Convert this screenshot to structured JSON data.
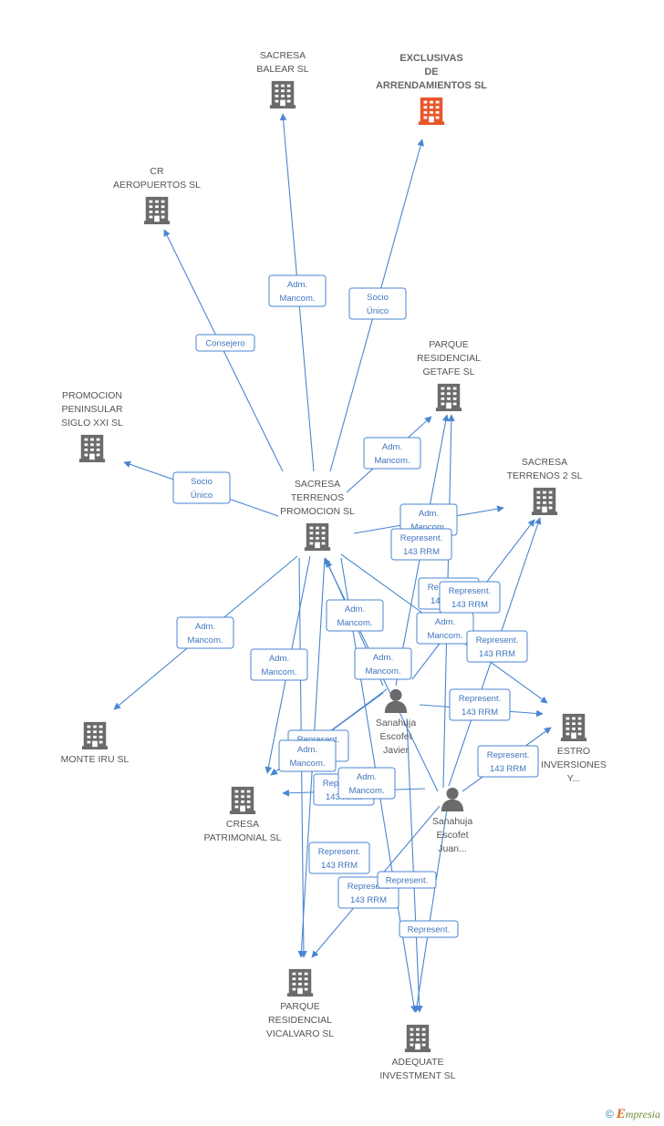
{
  "colors": {
    "edge": "#4a86d0",
    "building": "#6b6b6b",
    "building_highlight": "#e9562b",
    "person": "#6b6b6b"
  },
  "nodes": [
    {
      "id": "sacresa_balear",
      "type": "company",
      "lines": [
        "SACRESA",
        "BALEAR SL"
      ]
    },
    {
      "id": "exclusivas",
      "type": "company",
      "highlight": true,
      "lines": [
        "EXCLUSIVAS",
        "DE",
        "ARRENDAMIENTOS SL"
      ]
    },
    {
      "id": "cr_aeropuertos",
      "type": "company",
      "lines": [
        "CR",
        "AEROPUERTOS SL"
      ]
    },
    {
      "id": "parque_getafe",
      "type": "company",
      "lines": [
        "PARQUE",
        "RESIDENCIAL",
        "GETAFE SL"
      ]
    },
    {
      "id": "promocion_peninsular",
      "type": "company",
      "lines": [
        "PROMOCION",
        "PENINSULAR",
        "SIGLO XXI SL"
      ]
    },
    {
      "id": "sacresa_terrenos_promocion",
      "type": "company",
      "lines": [
        "SACRESA",
        "TERRENOS",
        "PROMOCION SL"
      ]
    },
    {
      "id": "sacresa_terrenos2",
      "type": "company",
      "lines": [
        "SACRESA",
        "TERRENOS 2 SL"
      ]
    },
    {
      "id": "monte_iru",
      "type": "company",
      "lines": [
        "MONTE IRU SL"
      ]
    },
    {
      "id": "estro",
      "type": "company",
      "lines": [
        "ESTRO",
        "INVERSIONES",
        "Y..."
      ]
    },
    {
      "id": "cresa",
      "type": "company",
      "lines": [
        "CRESA",
        "PATRIMONIAL SL"
      ]
    },
    {
      "id": "parque_vicalvaro",
      "type": "company",
      "lines": [
        "PARQUE",
        "RESIDENCIAL",
        "VICALVARO SL"
      ]
    },
    {
      "id": "adequate",
      "type": "company",
      "lines": [
        "ADEQUATE",
        "INVESTMENT SL"
      ]
    },
    {
      "id": "sanahuja_javier",
      "type": "person",
      "lines": [
        "Sanahuja",
        "Escofet",
        "Javier"
      ]
    },
    {
      "id": "sanahuja_juan",
      "type": "person",
      "lines": [
        "Sanahuja",
        "Escofet",
        "Juan..."
      ]
    }
  ],
  "edge_labels": [
    {
      "id": "l_balear",
      "lines": [
        "Adm.",
        "Mancom."
      ]
    },
    {
      "id": "l_exclusivas",
      "lines": [
        "Socio",
        "Único"
      ]
    },
    {
      "id": "l_cr",
      "lines": [
        "Consejero"
      ]
    },
    {
      "id": "l_peninsular",
      "lines": [
        "Socio",
        "Único"
      ]
    },
    {
      "id": "l_getafe",
      "lines": [
        "Adm.",
        "Mancom."
      ]
    },
    {
      "id": "l_terrenos2_a",
      "lines": [
        "Adm.",
        "Mancom."
      ]
    },
    {
      "id": "l_terrenos2_b",
      "lines": [
        "Represent.",
        "143 RRM"
      ]
    },
    {
      "id": "l_jav_rep1",
      "lines": [
        "Represent.",
        "143 RRM"
      ]
    },
    {
      "id": "l_jav_rep1b",
      "lines": [
        "Represent.",
        "143 RRM"
      ]
    },
    {
      "id": "l_jav_adm1",
      "lines": [
        "Adm.",
        "Mancom."
      ]
    },
    {
      "id": "l_jav_adm2",
      "lines": [
        "Adm.",
        "Mancom."
      ]
    },
    {
      "id": "l_jav_adm3",
      "lines": [
        "Adm.",
        "Mancom."
      ]
    },
    {
      "id": "l_juan_rep_t2",
      "lines": [
        "Represent.",
        "143 RRM"
      ]
    },
    {
      "id": "l_jav_rep_estro",
      "lines": [
        "Represent.",
        "143 RRM"
      ]
    },
    {
      "id": "l_juan_rep_estro",
      "lines": [
        "Represent.",
        "143 RRM"
      ]
    },
    {
      "id": "l_monte",
      "lines": [
        "Adm.",
        "Mancom."
      ]
    },
    {
      "id": "l_cresa_adm",
      "lines": [
        "Adm.",
        "Mancom."
      ]
    },
    {
      "id": "l_cresa_rep1",
      "lines": [
        "Represent.",
        "143 RRM"
      ]
    },
    {
      "id": "l_cresa_adm2",
      "lines": [
        "Adm.",
        "Mancom."
      ]
    },
    {
      "id": "l_cresa_rep2",
      "lines": [
        "Represent.",
        "143 RRM"
      ]
    },
    {
      "id": "l_cresa_adm3",
      "lines": [
        "Adm.",
        "Mancom."
      ]
    },
    {
      "id": "l_vic_rep1",
      "lines": [
        "Represent.",
        "143 RRM"
      ]
    },
    {
      "id": "l_vic_rep2",
      "lines": [
        "Represent.",
        "143 RRM"
      ]
    },
    {
      "id": "l_vic_rep3",
      "lines": [
        "Represent."
      ]
    },
    {
      "id": "l_adeq_rep",
      "lines": [
        "Represent."
      ]
    }
  ],
  "footer": {
    "copyright": "©",
    "brand_initial": "E",
    "brand_rest": "mpresia"
  }
}
